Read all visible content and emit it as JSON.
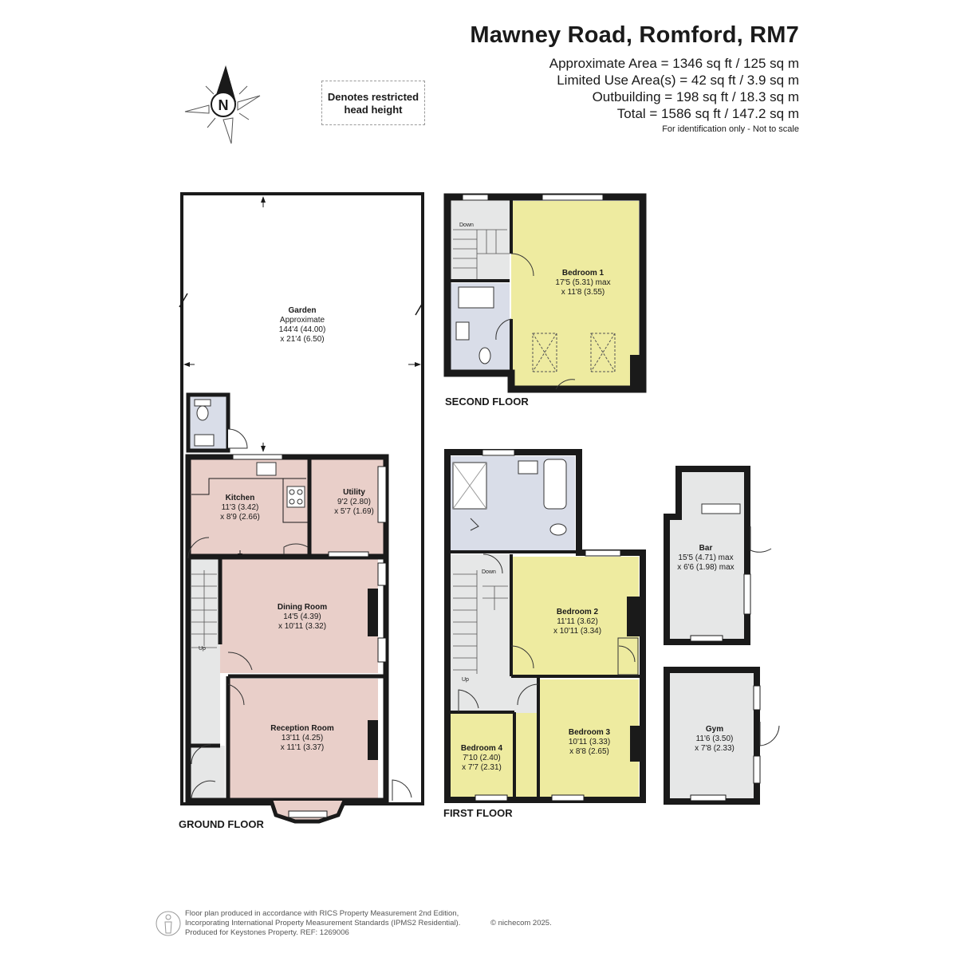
{
  "header": {
    "title": "Mawney Road, Romford, RM7",
    "areas": [
      "Approximate Area = 1346 sq ft / 125 sq m",
      "Limited Use Area(s) = 42 sq ft / 3.9 sq m",
      "Outbuilding = 198 sq ft / 18.3 sq m",
      "Total = 1586 sq ft / 147.2 sq m"
    ],
    "disclaimer": "For identification only - Not to scale"
  },
  "compass": {
    "label": "N"
  },
  "legend": {
    "line1": "Denotes restricted",
    "line2": "head height"
  },
  "floors": {
    "ground": "GROUND FLOOR",
    "first": "FIRST FLOOR",
    "second": "SECOND FLOOR"
  },
  "rooms": {
    "garden": {
      "name": "Garden",
      "l1": "Approximate",
      "l2": "144'4 (44.00)",
      "l3": "x 21'4 (6.50)"
    },
    "kitchen": {
      "name": "Kitchen",
      "l1": "11'3 (3.42)",
      "l2": "x 8'9 (2.66)"
    },
    "utility": {
      "name": "Utility",
      "l1": "9'2 (2.80)",
      "l2": "x 5'7 (1.69)"
    },
    "dining": {
      "name": "Dining Room",
      "l1": "14'5 (4.39)",
      "l2": "x 10'11 (3.32)"
    },
    "reception": {
      "name": "Reception Room",
      "l1": "13'11 (4.25)",
      "l2": "x 11'1 (3.37)"
    },
    "bed1": {
      "name": "Bedroom 1",
      "l1": "17'5 (5.31) max",
      "l2": "x 11'8 (3.55)"
    },
    "bed2": {
      "name": "Bedroom 2",
      "l1": "11'11 (3.62)",
      "l2": "x 10'11 (3.34)"
    },
    "bed3": {
      "name": "Bedroom 3",
      "l1": "10'11 (3.33)",
      "l2": "x 8'8 (2.65)"
    },
    "bed4": {
      "name": "Bedroom 4",
      "l1": "7'10 (2.40)",
      "l2": "x 7'7 (2.31)"
    },
    "bar": {
      "name": "Bar",
      "l1": "15'5 (4.71) max",
      "l2": "x 6'6 (1.98) max"
    },
    "gym": {
      "name": "Gym",
      "l1": "11'6 (3.50)",
      "l2": "x 7'8 (2.33)"
    }
  },
  "stairs": {
    "up": "Up",
    "down": "Down"
  },
  "footer": {
    "line1": "Floor plan produced in accordance with RICS Property Measurement 2nd Edition,",
    "line2": "Incorporating International Property Measurement Standards (IPMS2 Residential).",
    "line3": "Produced for Keystones Property.   REF: 1269006",
    "copyright": "© nichecom 2025."
  },
  "colors": {
    "wall": "#1a1a1a",
    "living": "#e9cfc9",
    "wet": "#d9dde8",
    "circulation": "#e6e7e7",
    "bedroom": "#eeeba0",
    "outbuilding": "#e6e7e7",
    "window": "#ffffff"
  }
}
